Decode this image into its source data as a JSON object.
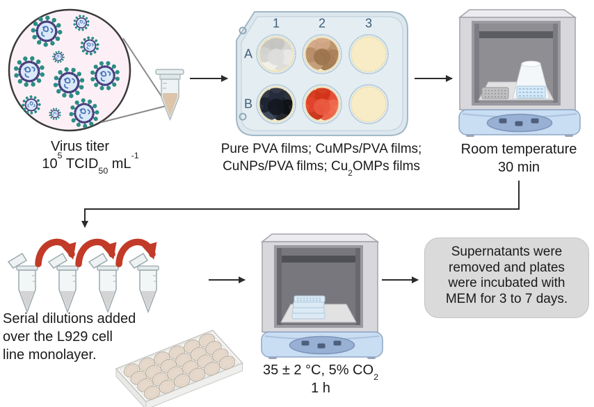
{
  "colors": {
    "arrow_black": "#2b2b2b",
    "transfer_arrow_red": "#c23a28",
    "plate_body": "#dce7ee",
    "well_fill": "#f7ecc6",
    "film_pure_pva": [
      "#e8e8e6",
      "#d3d3d1",
      "#c3c3c1",
      "#dddddb",
      "#f0f0ee"
    ],
    "film_cumps_pva": [
      "#c29a76",
      "#a97f58",
      "#b78e68",
      "#d0a685",
      "#9c744e"
    ],
    "film_cunps_pva": [
      "#262c3e",
      "#14181f",
      "#323e58",
      "#0e1116",
      "#1c2230"
    ],
    "film_cu2omps": [
      "#e2442e",
      "#d23318",
      "#ea5940",
      "#c52c14",
      "#ef6b50"
    ],
    "virus_spike_teal": "#2b8d85",
    "virus_ring_navy": "#3d3a78",
    "virus_inner_blue": "#d9e9f8",
    "virus_field_pink": "#fcf0f6",
    "incubator_body": "#d8d8dc",
    "incubator_base_blue": "#c9ddf3",
    "incubator_panel_blue": "#98b0d4",
    "note_box_gray": "#dadada",
    "liquid_beige": "#ddc5a9",
    "plate_label_blue": "#3f5e78"
  },
  "diagram": {
    "step1": {
      "caption": "Virus titer",
      "titer": {
        "base": "10",
        "exp": "5",
        "mid": " TCID",
        "sub": "50",
        "unit": " mL",
        "unit_exp": "-1"
      }
    },
    "step2": {
      "plate": {
        "cols": [
          "1",
          "2",
          "3"
        ],
        "rows": [
          "A",
          "B"
        ],
        "wells": [
          {
            "id": "A1",
            "filled": true,
            "palette": "film_pure_pva"
          },
          {
            "id": "A2",
            "filled": true,
            "palette": "film_cumps_pva"
          },
          {
            "id": "A3",
            "filled": false,
            "palette": ""
          },
          {
            "id": "B1",
            "filled": true,
            "palette": "film_cunps_pva"
          },
          {
            "id": "B2",
            "filled": true,
            "palette": "film_cu2omps"
          },
          {
            "id": "B3",
            "filled": false,
            "palette": ""
          }
        ]
      },
      "caption_line1": "Pure PVA films; CuMPs/PVA films;",
      "caption_line2": {
        "pre": "CuNPs/PVA films; Cu",
        "sub": "2",
        "post": "OMPs films"
      }
    },
    "step3": {
      "caption_line1": "Room temperature",
      "caption_line2": "30 min"
    },
    "step4": {
      "caption_line1": "Serial dilutions added",
      "caption_line2": "over the L929 cell",
      "caption_line3": "line monolayer."
    },
    "step5": {
      "caption_line1": {
        "pre": "35 ± 2 °C, 5% CO",
        "sub": "2"
      },
      "caption_line2": "1 h"
    },
    "step6": {
      "line1": "Supernatants were",
      "line2": "removed and plates",
      "line3": "were incubated with",
      "line4": "MEM for 3 to 7 days."
    }
  }
}
